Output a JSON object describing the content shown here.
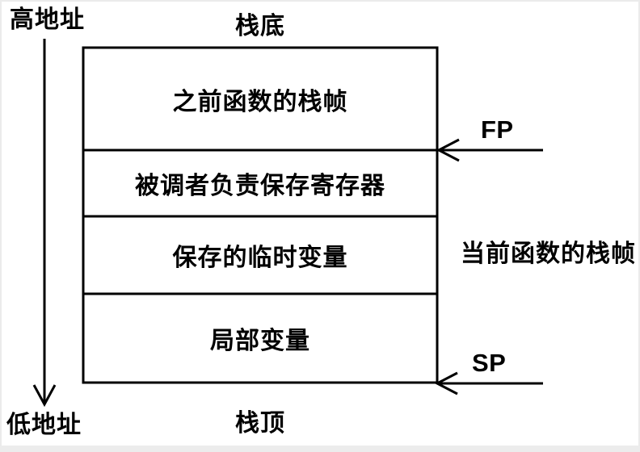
{
  "diagram": {
    "type": "stack-frame-memory-diagram",
    "address_axis": {
      "high_address_label": "高地址",
      "low_address_label": "低地址",
      "direction": "downward"
    },
    "stack_captions": {
      "stack_bottom": "栈底",
      "stack_top": "栈顶"
    },
    "stack_sections": [
      {
        "label": "之前函数的栈帧"
      },
      {
        "label": "被调者负责保存寄存器"
      },
      {
        "label": "保存的临时变量"
      },
      {
        "label": "局部变量"
      }
    ],
    "pointers": {
      "frame_pointer_label": "FP",
      "stack_pointer_label": "SP"
    },
    "current_frame_label": "当前函数的栈帧",
    "colors": {
      "line": "#000000",
      "text": "#000000",
      "background": "#ffffff",
      "edge_band": "#ececec"
    }
  }
}
